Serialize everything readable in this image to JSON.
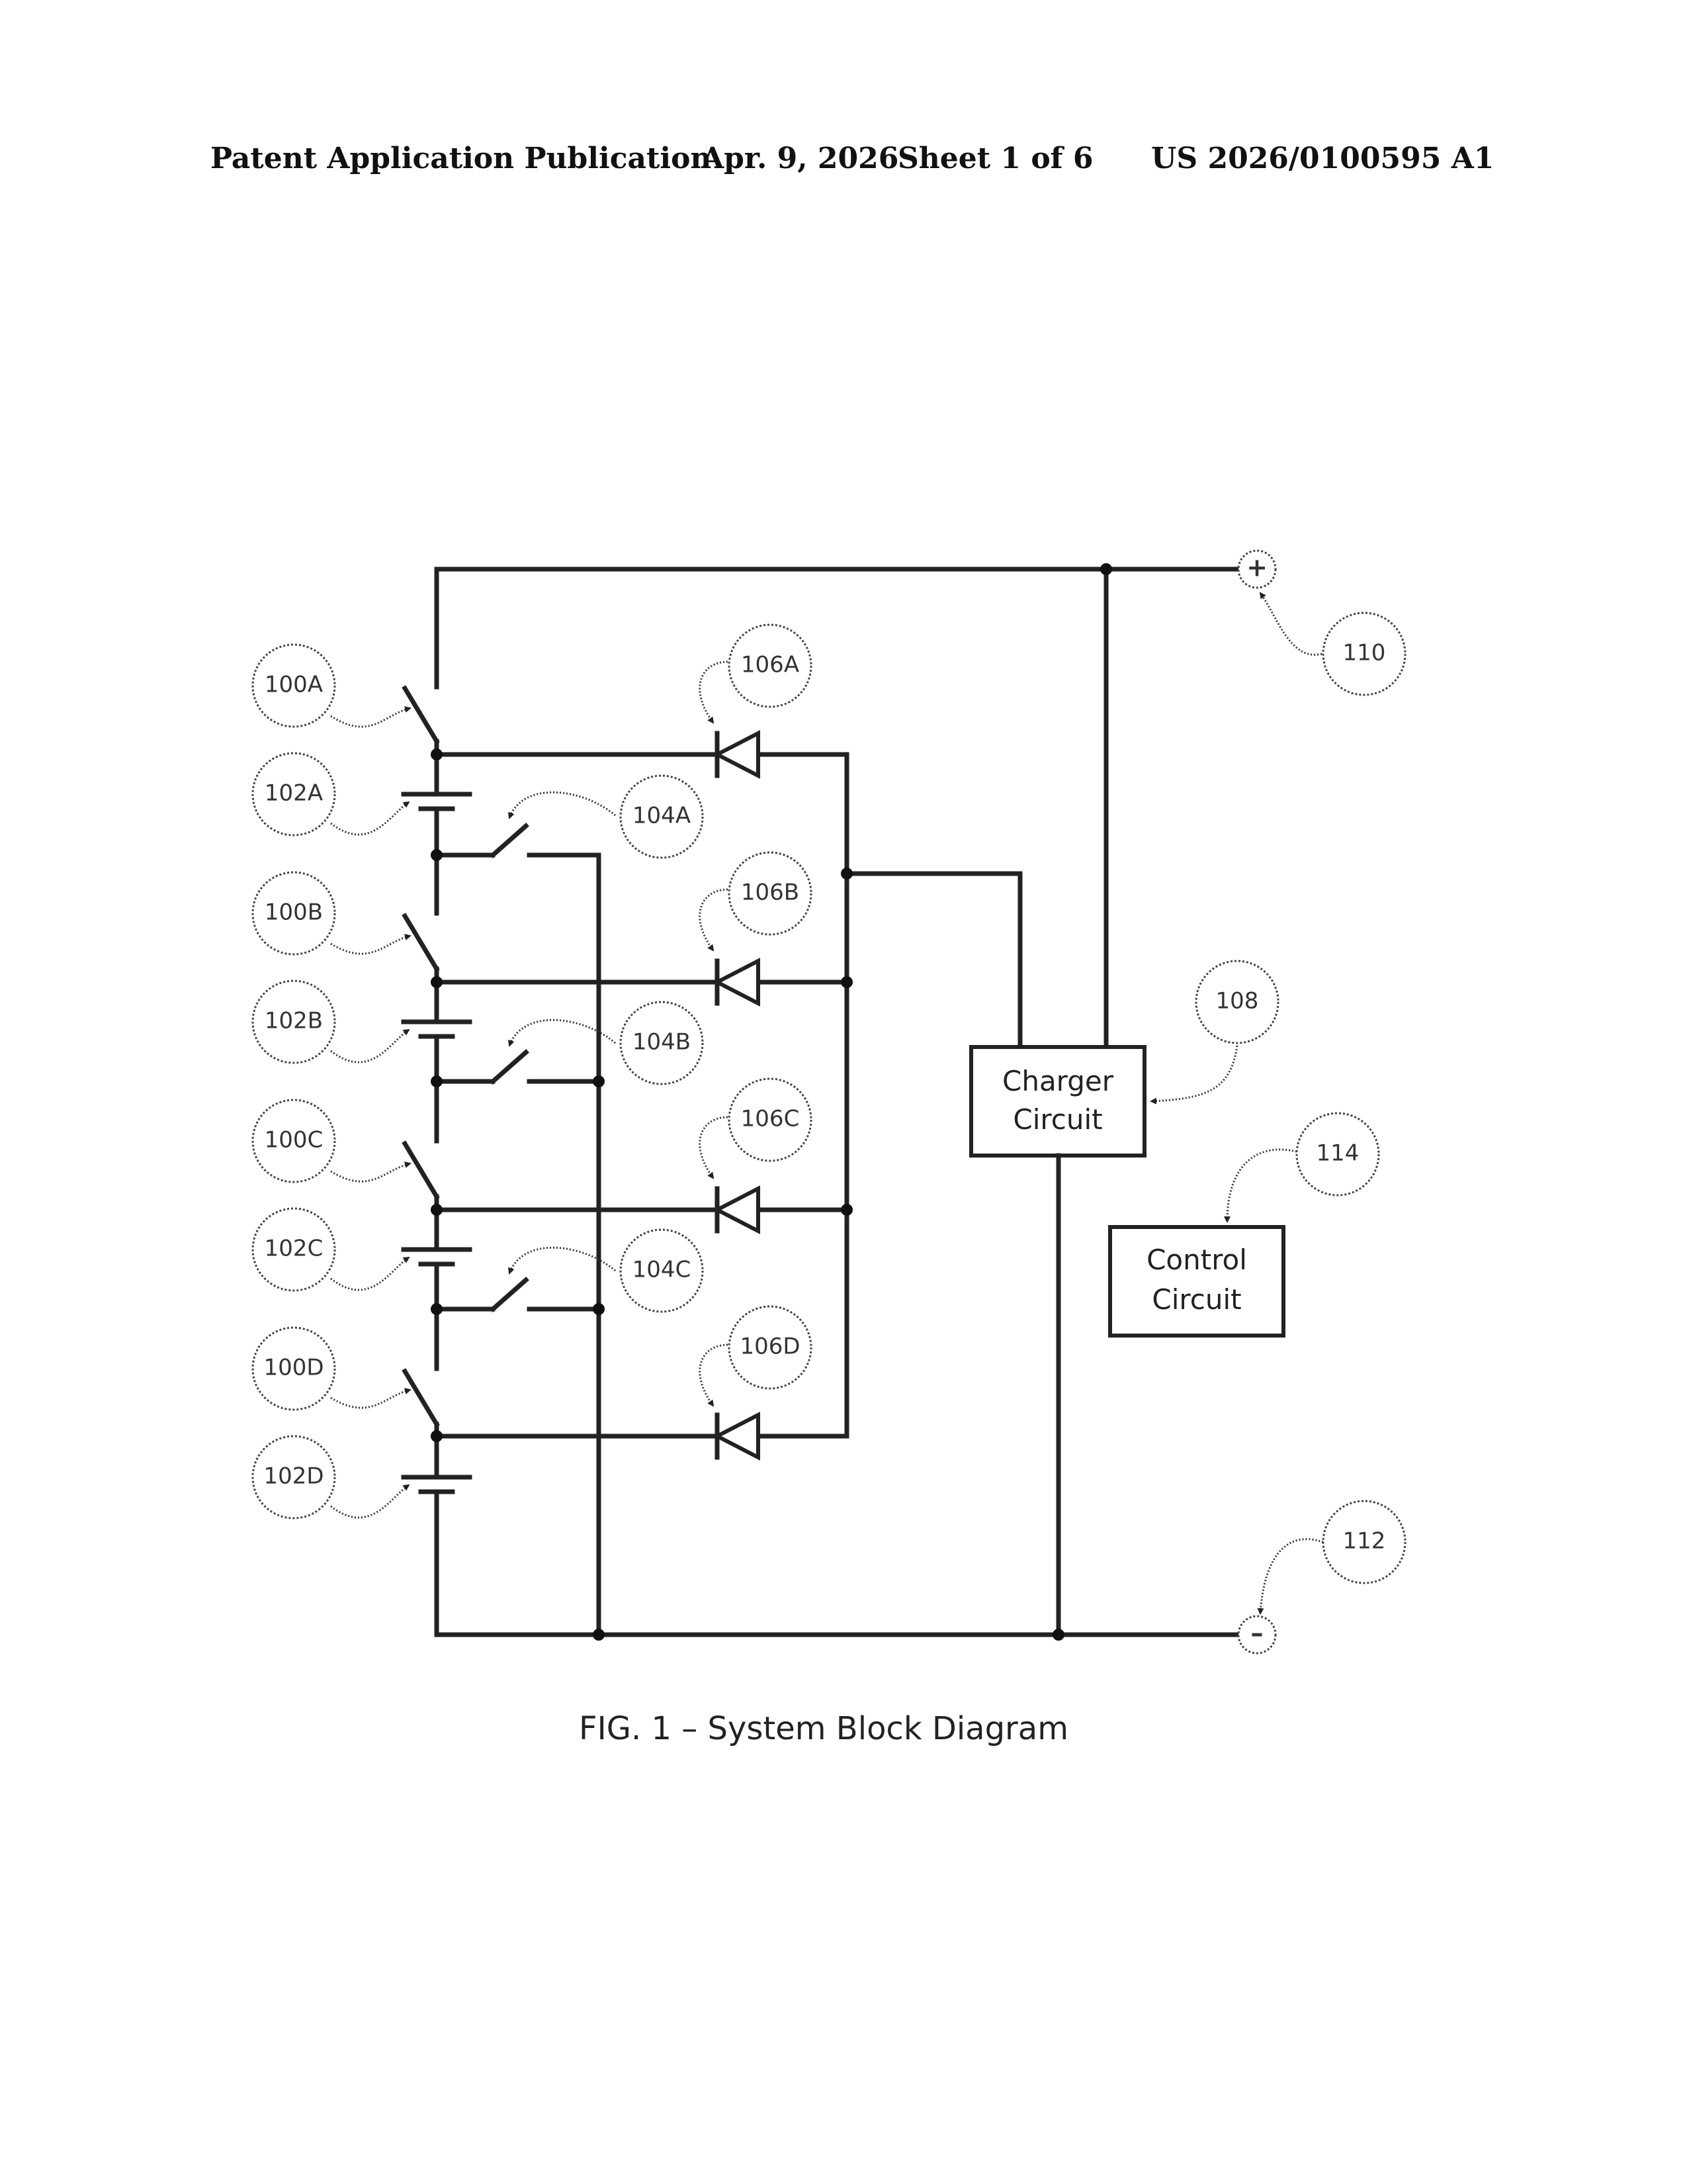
{
  "header": {
    "publication_type": "Patent Application Publication",
    "date": "Apr. 9, 2026",
    "sheet": "Sheet 1 of 6",
    "publication_number": "US 2026/0100595 A1"
  },
  "figure": {
    "caption": "FIG. 1 – System Block Diagram",
    "blocks": {
      "charger_line1": "Charger",
      "charger_line2": "Circuit",
      "control_line1": "Control",
      "control_line2": "Circuit"
    },
    "terminals": {
      "positive": "+",
      "negative": "–"
    },
    "reference_labels": {
      "ref_100a": "100A",
      "ref_102a": "102A",
      "ref_104a": "104A",
      "ref_106a": "106A",
      "ref_100b": "100B",
      "ref_102b": "102B",
      "ref_104b": "104B",
      "ref_106b": "106B",
      "ref_100c": "100C",
      "ref_102c": "102C",
      "ref_104c": "104C",
      "ref_106c": "106C",
      "ref_100d": "100D",
      "ref_102d": "102D",
      "ref_106d": "106D",
      "ref_108": "108",
      "ref_110": "110",
      "ref_112": "112",
      "ref_114": "114"
    }
  }
}
